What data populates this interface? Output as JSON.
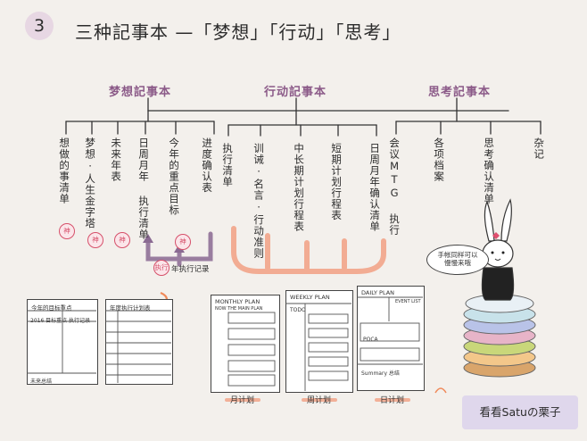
{
  "header": {
    "number": "3",
    "title": "三种記事本 —「梦想」「行动」「思考」"
  },
  "groups": [
    {
      "name": "梦想記事本",
      "items": [
        "想做的事清单",
        "梦想·人生金字塔",
        "未来年表",
        "日周月年 执行清单",
        "今年的重点目标",
        "进度确认表"
      ]
    },
    {
      "name": "行动記事本",
      "items": [
        "执行清单",
        "训诫·名言·行动准则",
        "中长期计划行程表",
        "短期计划行程表",
        "日周月年确认清单"
      ]
    },
    {
      "name": "思考記事本",
      "items": [
        "会议MTG 执行",
        "各项档案",
        "思考确认清单",
        "杂记"
      ]
    }
  ],
  "stamps": {
    "mark": "神"
  },
  "annotations": {
    "merge_note": "年执行记录",
    "merge_stamp": "执行",
    "bubble": "手帐同样可以\n慢慢来哦"
  },
  "cards": {
    "card1": {
      "top": "今年的目标重点",
      "r1": "2016 目标重点",
      "r2": "执行记录",
      "r3": "未来总结"
    },
    "card2": {
      "top": "年度执行计划表"
    },
    "monthly": {
      "title": "MONTHLY PLAN",
      "sub": "NOW THE MAIN PLAN"
    },
    "weekly": {
      "title": "WEEKLY PLAN",
      "todo": "TODO"
    },
    "daily": {
      "title": "DAILY PLAN",
      "event": "EVENT LIST",
      "poca": "POCA",
      "summary": "Summary 总结"
    }
  },
  "footer": {
    "monthly": "月计划",
    "weekly": "周计划",
    "daily": "日计划"
  },
  "brand": "看看Satuの栗子"
}
